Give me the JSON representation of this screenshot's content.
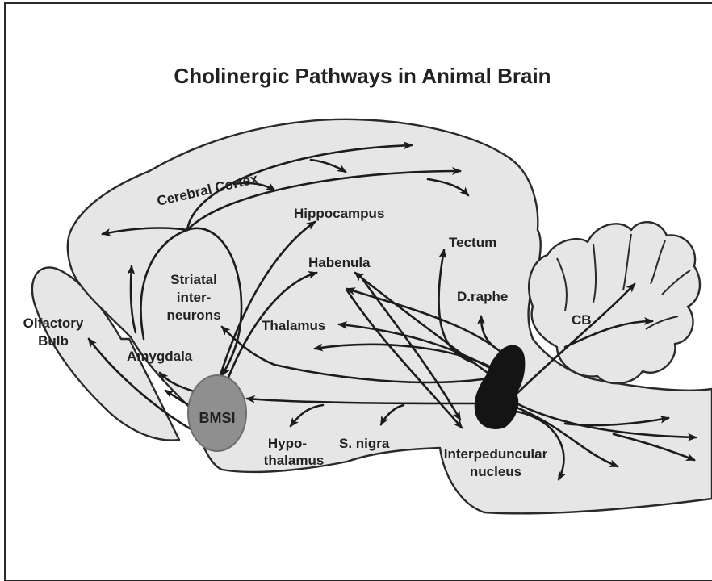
{
  "title": "Cholinergic Pathways in Animal Brain",
  "labels": {
    "cerebral_cortex": "Cerebral Cortex",
    "hippocampus": "Hippocampus",
    "habenula": "Habenula",
    "tectum": "Tectum",
    "striatal_1": "Striatal",
    "striatal_2": "inter-",
    "striatal_3": "neurons",
    "thalamus": "Thalamus",
    "d_raphe": "D.raphe",
    "olfactory_1": "Olfactory",
    "olfactory_2": "Bulb",
    "amygdala": "Amygdala",
    "cb": "CB",
    "bmsi": "BMSI",
    "hypo_1": "Hypo-",
    "hypo_2": "thalamus",
    "s_nigra": "S. nigra",
    "ipn_1": "Interpeduncular",
    "ipn_2": "nucleus"
  },
  "colors": {
    "brain_fill": "#e6e6e6",
    "bmsi_fill": "#8f8f8f",
    "pptg_fill": "#141414",
    "arrow": "#1c1c1c"
  }
}
